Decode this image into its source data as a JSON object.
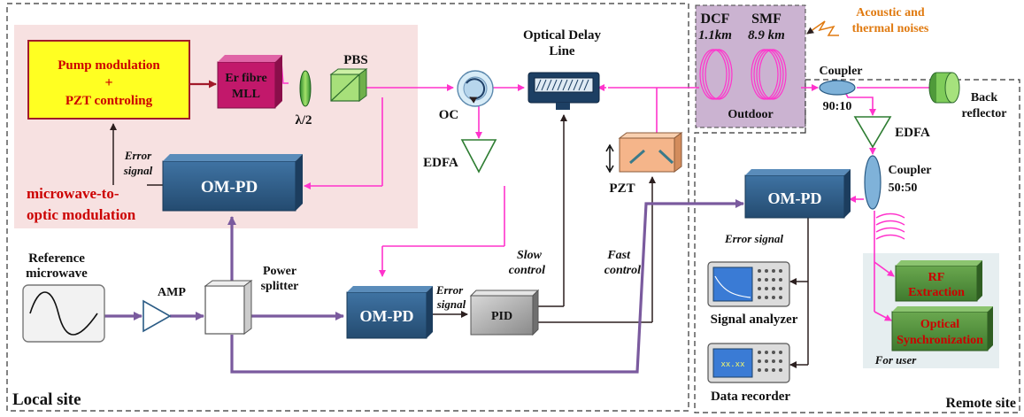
{
  "colors": {
    "pink_line": "#ff33cc",
    "purple_line": "#7a5a9e",
    "dark_line": "#2b1f1f",
    "local_bg": "#f7e1e1",
    "outdoor_bg": "#cbb3d1",
    "pump_box": "#ffff22",
    "mll_box": "#c2186b",
    "omp_box": "#2f5f8a",
    "accent_red": "#cc0000",
    "noise_orange": "#e07a10",
    "user_bg": "#e6eef0",
    "green_box": "#4f8a3a"
  },
  "labels": {
    "pump_modulation": "Pump modulation",
    "plus": "+",
    "pzt_controling": "PZT controling",
    "er_fibre": "Er fibre",
    "mll": "MLL",
    "half_wave": "λ/2",
    "pbs": "PBS",
    "oc": "OC",
    "optical_delay_line_1": "Optical Delay",
    "optical_delay_line_2": "Line",
    "dcf": "DCF",
    "dcf_len": "1.1km",
    "smf": "SMF",
    "smf_len": "8.9 km",
    "outdoor": "Outdoor",
    "acoustic_1": "Acoustic and",
    "acoustic_2": "thermal noises",
    "coupler_top": "Coupler",
    "coupler_top_ratio": "90:10",
    "back_1": "Back",
    "back_2": "reflector",
    "edfa_remote": "EDFA",
    "coupler_mid": "Coupler",
    "coupler_mid_ratio": "50:50",
    "edfa_local": "EDFA",
    "error_signal_top_1": "Error",
    "error_signal_top_2": "signal",
    "ompd_top": "OM-PD",
    "mw_mod_1": "microwave-to-",
    "mw_mod_2": "optic modulation",
    "pzt": "PZT",
    "ompd_remote": "OM-PD",
    "error_signal_remote": "Error signal",
    "reference_1": "Reference",
    "reference_2": "microwave",
    "amp": "AMP",
    "power_1": "Power",
    "power_2": "splitter",
    "ompd_bottom": "OM-PD",
    "error_signal_bottom_1": "Error",
    "error_signal_bottom_2": "signal",
    "pid": "PID",
    "slow_1": "Slow",
    "slow_2": "control",
    "fast_1": "Fast",
    "fast_2": "control",
    "signal_analyzer": "Signal analyzer",
    "data_recorder": "Data recorder",
    "recorder_screen": "xx.xx",
    "rf_1": "RF",
    "rf_2": "Extraction",
    "optsync_1": "Optical",
    "optsync_2": "Synchronization",
    "for_user": "For user",
    "local_site": "Local site",
    "remote_site": "Remote site"
  }
}
